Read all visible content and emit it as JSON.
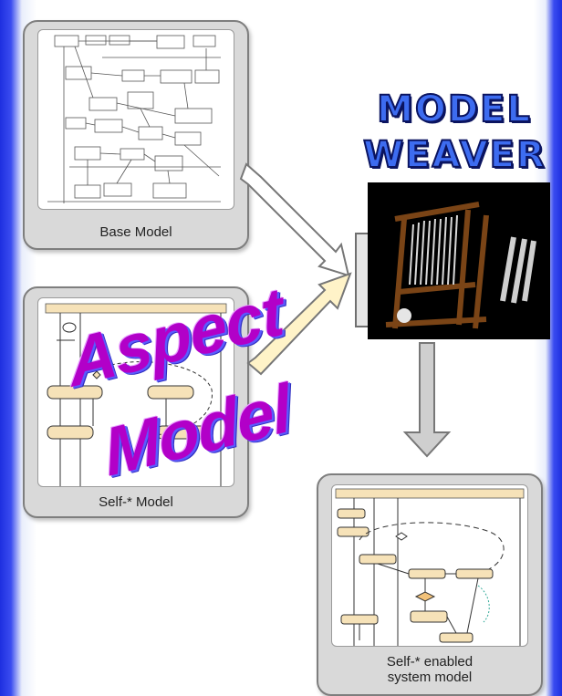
{
  "panels": {
    "base_model": {
      "caption": "Base Model"
    },
    "self_model": {
      "caption": "Self-* Model"
    },
    "enabled_model": {
      "caption_line1": "Self-* enabled",
      "caption_line2": "system model"
    }
  },
  "weaver": {
    "line1": "MODEL",
    "line2": "WEAVER"
  },
  "aspect": {
    "line1": "Aspect",
    "line2": "Model"
  },
  "colors": {
    "border_blue": "#1e2fe0",
    "wordart_purple": "#b200c8",
    "weaver_blue": "#3d6cf0",
    "arrow_fill": "#fff3c8"
  },
  "icons": [
    "loom-icon",
    "yarn-spool-icon",
    "down-arrow-icon",
    "right-arrow-icon"
  ]
}
